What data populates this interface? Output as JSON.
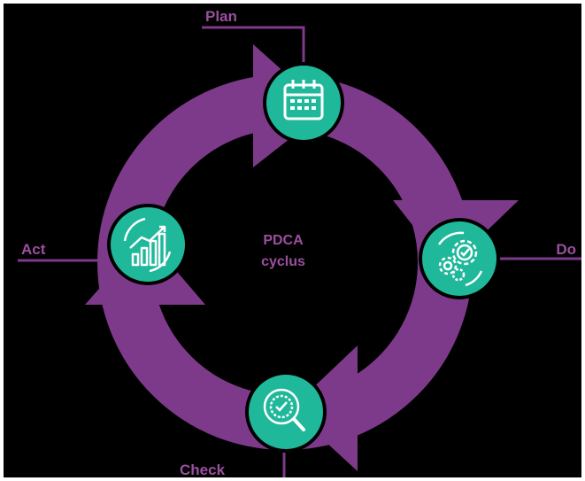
{
  "diagram": {
    "center": {
      "line1": "PDCA",
      "line2": "cyclus"
    },
    "stages": {
      "plan": {
        "label": "Plan",
        "icon": "calendar-icon"
      },
      "do": {
        "label": "Do",
        "icon": "gears-icon"
      },
      "check": {
        "label": "Check",
        "icon": "magnifier-badge-icon"
      },
      "act": {
        "label": "Act",
        "icon": "growth-chart-icon"
      }
    },
    "colors": {
      "background": "#000000",
      "ring": "#7e3a8a",
      "label": "#9b4fa0",
      "node": "#1fb89a",
      "node_border": "#000000"
    }
  }
}
